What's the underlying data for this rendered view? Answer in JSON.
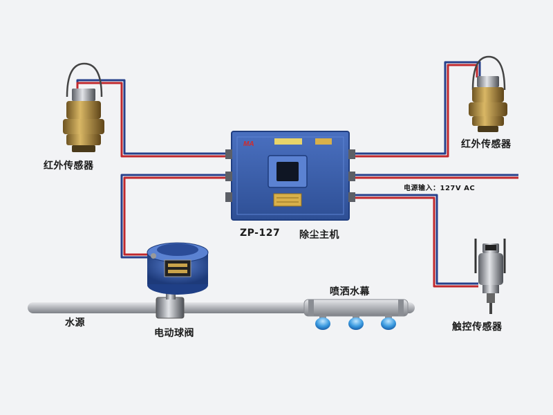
{
  "labels": {
    "ir_sensor_left": "红外传感器",
    "ir_sensor_right": "红外传感器",
    "model": "ZP-127",
    "controller_name": "除尘主机",
    "power_input": "电源输入：127V AC",
    "valve": "电动球阀",
    "water_source": "水源",
    "spray_curtain": "喷洒水幕",
    "touch_sensor": "触控传感器",
    "controller_badge": "MA"
  },
  "colors": {
    "controller_body": "#3a5fae",
    "cable_red": "#c0282d",
    "cable_blue": "#27408b",
    "pipe": "#a9abb0",
    "sensor_brass": "#b08a3a",
    "nozzle": "#2f8fd8",
    "badge": "#d12b2b",
    "nameplate": "#d8b04a"
  }
}
